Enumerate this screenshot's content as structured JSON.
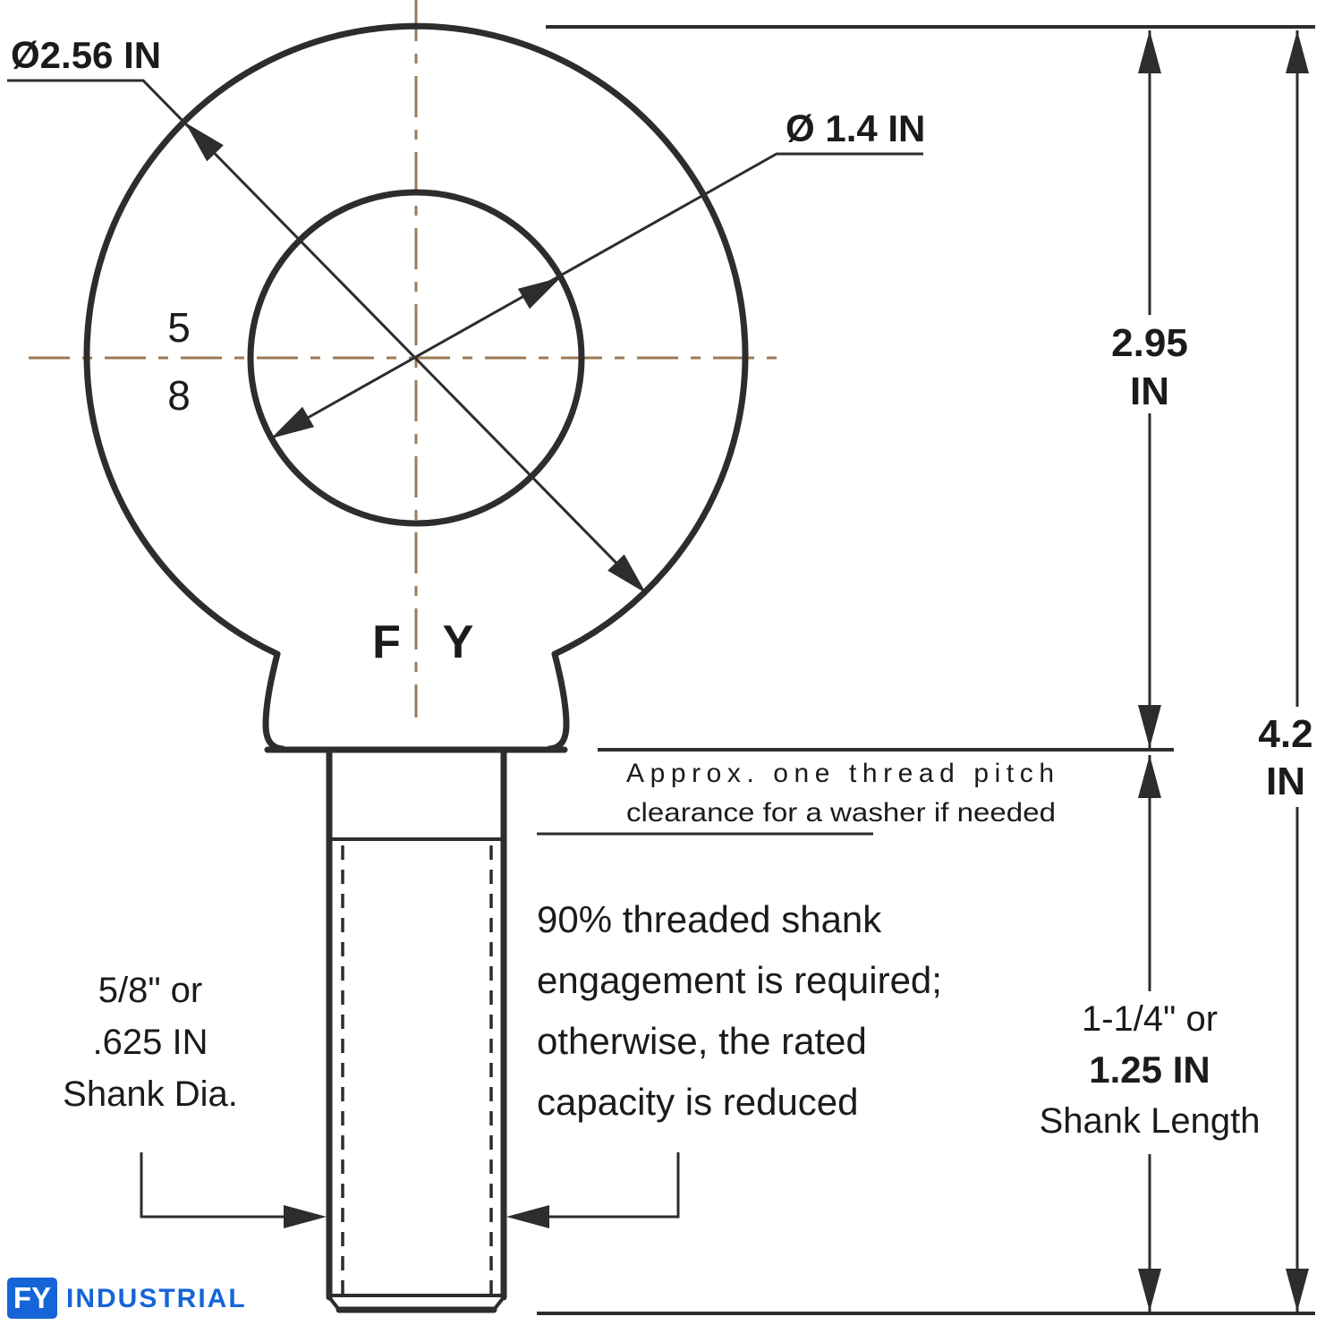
{
  "drawing": {
    "eye": {
      "outer_diameter_label": "Ø2.56 IN",
      "inner_diameter_label": "Ø 1.4 IN",
      "size_numerator": "5",
      "size_denominator": "8",
      "stamp_left": "F",
      "stamp_right": "Y"
    },
    "dimensions": {
      "eye_height_value": "2.95",
      "eye_height_unit": "IN",
      "overall_length_value": "4.2",
      "overall_length_unit": "IN",
      "shank_length_line1": "1-1/4\" or",
      "shank_length_line2": "1.25 IN",
      "shank_length_line3": "Shank Length",
      "shank_dia_line1": "5/8\" or",
      "shank_dia_line2": ".625 IN",
      "shank_dia_line3": "Shank Dia."
    },
    "notes": {
      "washer_line1": "Approx. one thread pitch",
      "washer_line2": "clearance for a washer if needed",
      "engagement_line1": "90% threaded shank",
      "engagement_line2": "engagement is required;",
      "engagement_line3": "otherwise, the rated",
      "engagement_line4": "capacity is reduced"
    }
  },
  "footer": {
    "logo_mark": "FY",
    "logo_name": "INDUSTRIAL"
  },
  "colors": {
    "line": "#2d2d2d",
    "centerline": "#9c7a55",
    "text": "#1b1b1b",
    "logo_blue": "#1565d8",
    "background": "#ffffff"
  }
}
